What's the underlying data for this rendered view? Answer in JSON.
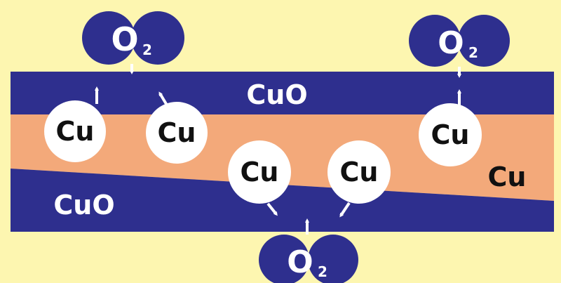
{
  "colors": {
    "background": "#fdf6b0",
    "oxide_layer": "#2e2f8e",
    "copper_layer": "#f3a97a",
    "atom_fill": "#ffffff",
    "arrow": "#ffffff"
  },
  "labels": {
    "oxide_top": "CuO",
    "oxide_bottom": "CuO",
    "metal_layer": "Cu",
    "atom": "Cu",
    "oxygen_symbol": "O",
    "oxygen_subscript": "2"
  },
  "icons": {
    "oxygen_molecule": "o2-molecule-icon",
    "arrow": "arrow-icon"
  }
}
